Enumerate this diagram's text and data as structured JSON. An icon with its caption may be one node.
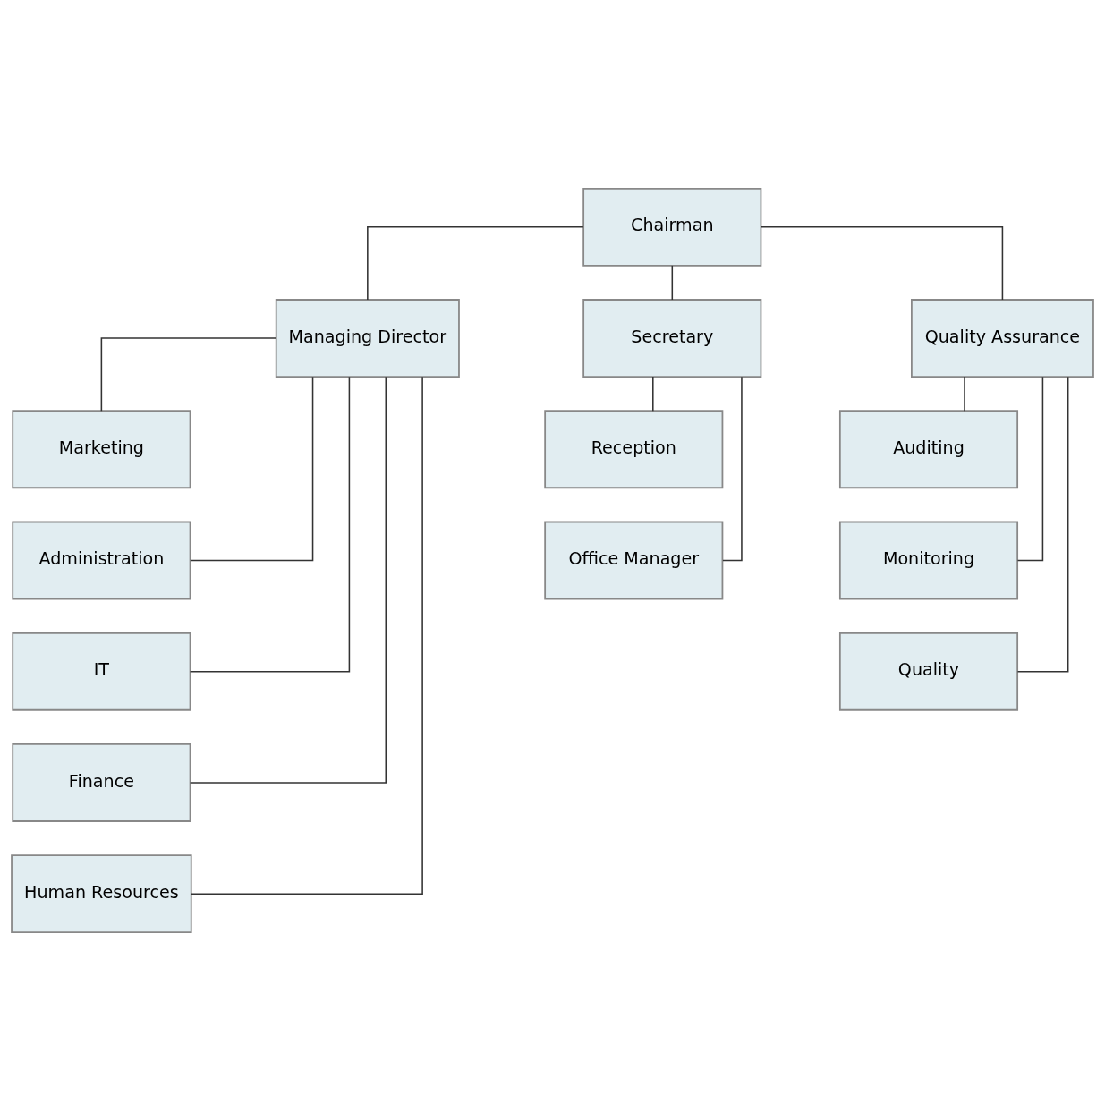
{
  "diagram": {
    "nodes": [
      {
        "text": [
          "Chairman"
        ]
      },
      {
        "text": [
          "Managing Director"
        ]
      },
      {
        "text": [
          "Secretary"
        ]
      },
      {
        "text": [
          "Quality Assurance"
        ]
      },
      {
        "text": [
          "Marketing"
        ]
      },
      {
        "text": [
          "Administration"
        ]
      },
      {
        "text": [
          "IT"
        ]
      },
      {
        "text": [
          "Finance"
        ]
      },
      {
        "text": [
          "Human Resources"
        ]
      },
      {
        "text": [
          "Reception"
        ]
      },
      {
        "text": [
          "Office Manager"
        ]
      },
      {
        "text": [
          "Auditing"
        ]
      },
      {
        "text": [
          "Monitoring"
        ]
      },
      {
        "text": [
          "Quality"
        ]
      }
    ],
    "edges": [
      {
        "from": 0,
        "to": 1,
        "arrow": "none"
      },
      {
        "from": 0,
        "to": 2,
        "arrow": "none"
      },
      {
        "from": 0,
        "to": 3,
        "arrow": "none"
      },
      {
        "from": 1,
        "to": 4,
        "arrow": "none"
      },
      {
        "from": 1,
        "to": 5,
        "arrow": "none"
      },
      {
        "from": 1,
        "to": 6,
        "arrow": "none"
      },
      {
        "from": 1,
        "to": 7,
        "arrow": "none"
      },
      {
        "from": 1,
        "to": 8,
        "arrow": "none"
      },
      {
        "from": 2,
        "to": 9,
        "arrow": "none"
      },
      {
        "from": 2,
        "to": 10,
        "arrow": "none"
      },
      {
        "from": 3,
        "to": 11,
        "arrow": "none"
      },
      {
        "from": 3,
        "to": 12,
        "arrow": "none"
      },
      {
        "from": 3,
        "to": 13,
        "arrow": "none"
      }
    ]
  }
}
